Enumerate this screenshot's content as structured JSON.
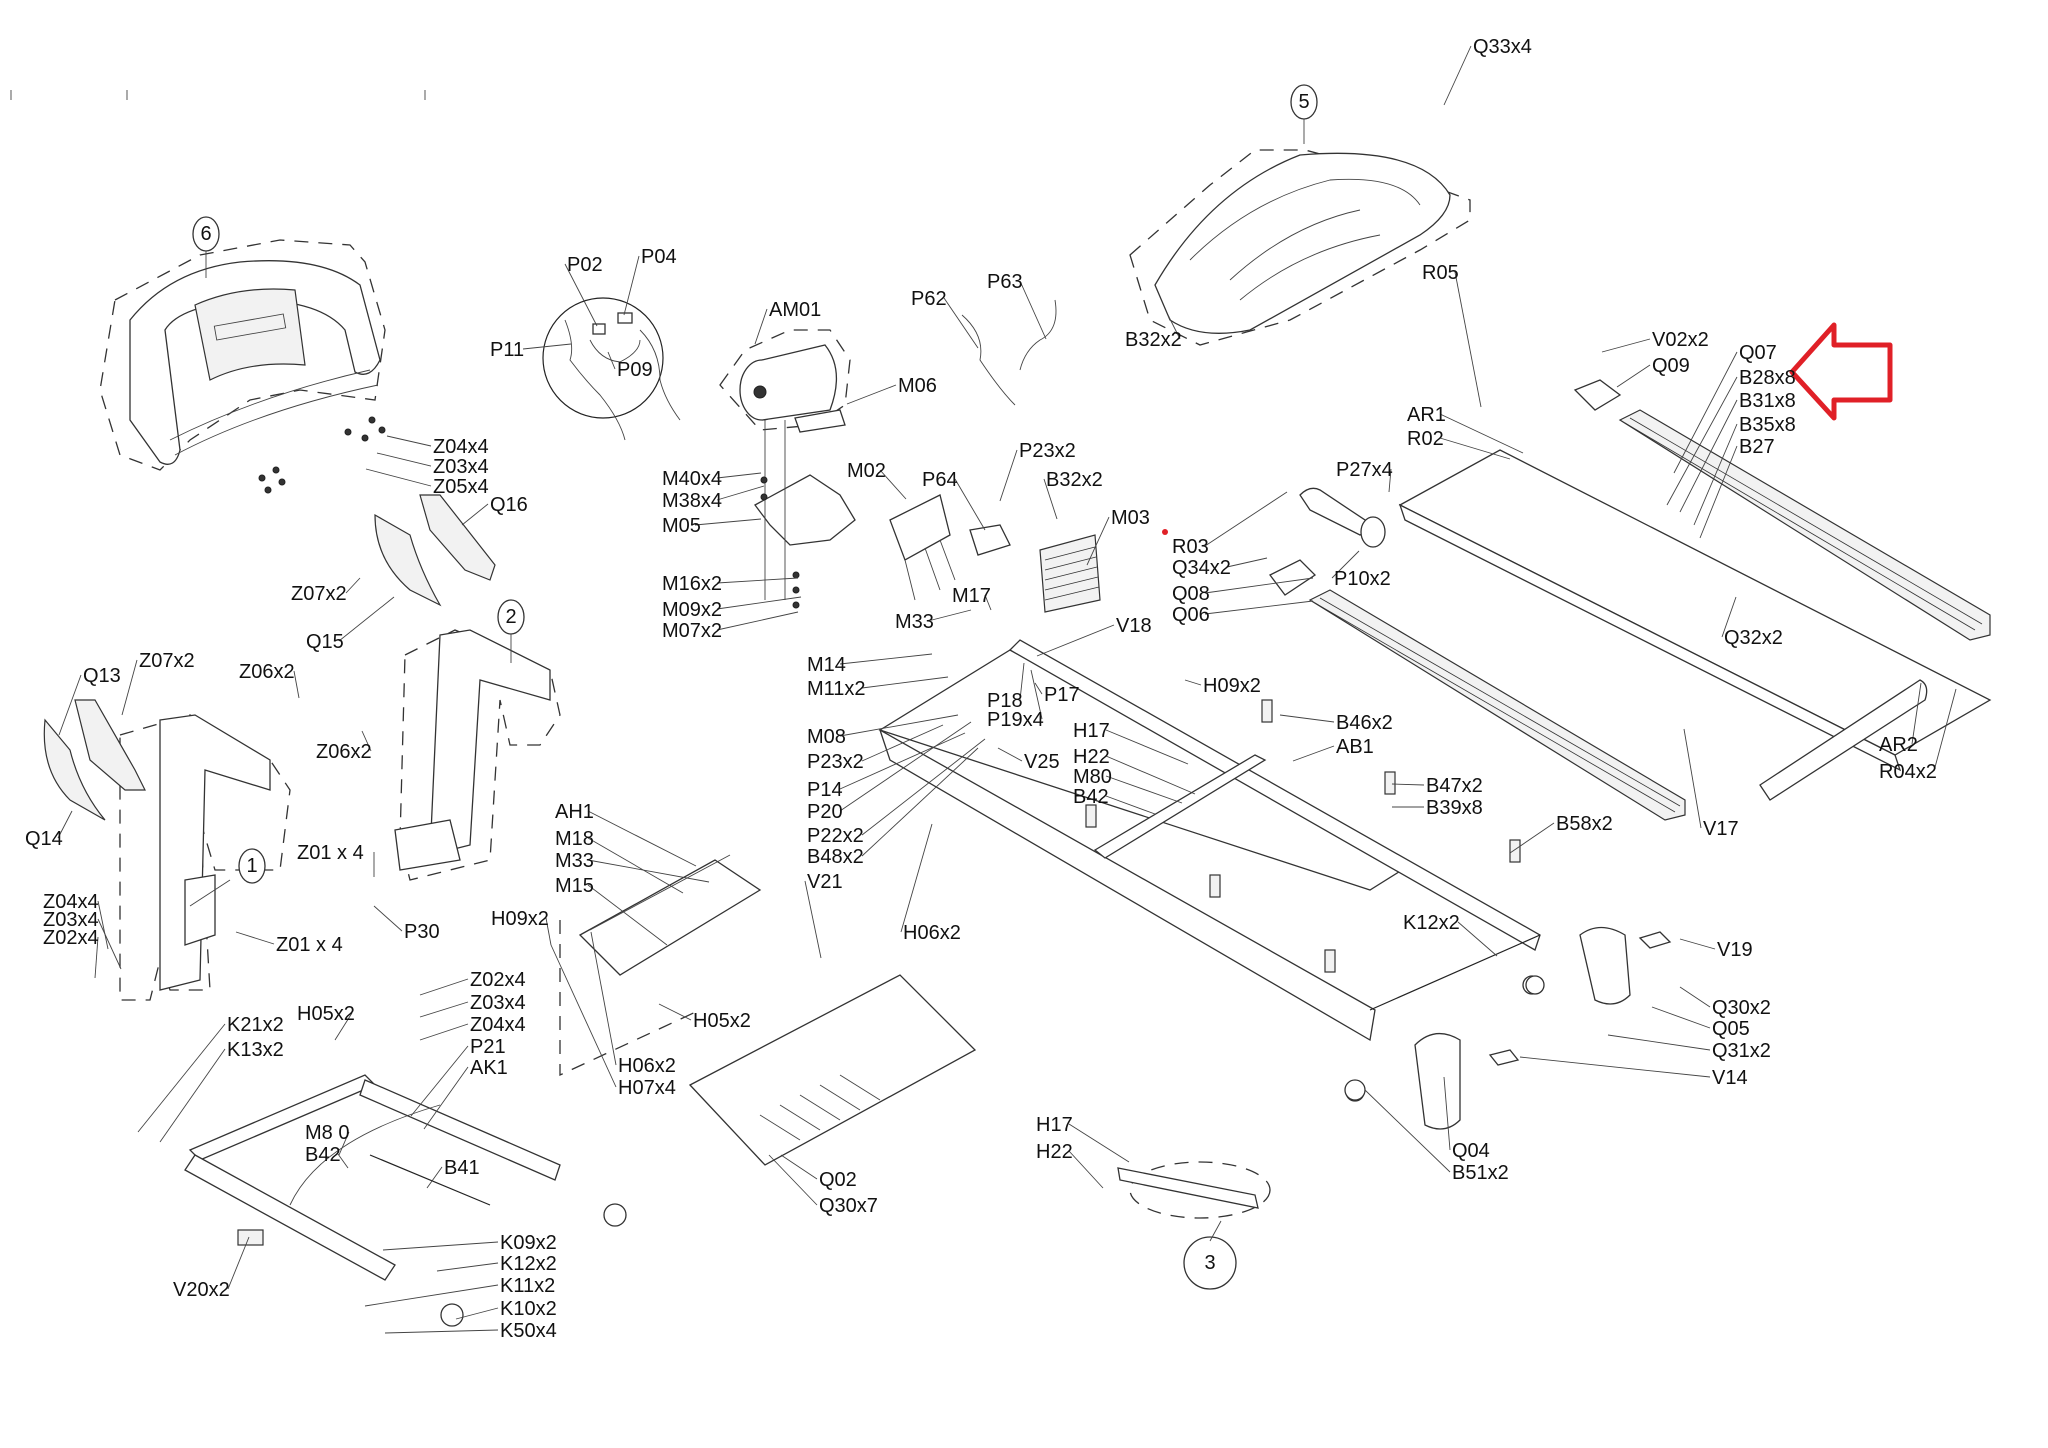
{
  "diagram": {
    "title": "Treadmill exploded parts diagram",
    "highlight_color": "#e02027",
    "line_color": "#222222",
    "assemblies": [
      {
        "id": "1",
        "label": "1"
      },
      {
        "id": "2",
        "label": "2"
      },
      {
        "id": "3",
        "label": "3"
      },
      {
        "id": "5",
        "label": "5"
      },
      {
        "id": "6",
        "label": "6"
      }
    ],
    "highlight": {
      "target_label": "B28x8",
      "marker": "red-arrow"
    },
    "callouts": {
      "console": [
        "Z04x4",
        "Z03x4",
        "Z05x4",
        "Q16",
        "Z07x2",
        "Q15"
      ],
      "wiring": [
        "P02",
        "P04",
        "P11",
        "P09"
      ],
      "motor": [
        "AM01",
        "M06",
        "M40x4",
        "M38x4",
        "M05",
        "M02",
        "M16x2",
        "M09x2",
        "M07x2",
        "M33",
        "M17",
        "P64",
        "P23x2",
        "B32x2",
        "M03"
      ],
      "sensors": [
        "P62",
        "P63"
      ],
      "motor_cover": [
        "Q33x4",
        "B32x2"
      ],
      "uprights": [
        "Q13",
        "Z07x2",
        "Z06x2",
        "Z06x2",
        "Q14",
        "Z01 x 4",
        "Z04x4",
        "Z03x4",
        "Z02x4",
        "Z01 x 4",
        "P30"
      ],
      "frame": [
        "M14",
        "M11x2",
        "M08",
        "P23x2",
        "P14",
        "P20",
        "P22x2",
        "B48x2",
        "V21",
        "P18",
        "P19x4",
        "P17",
        "V18",
        "V25",
        "H09x2",
        "H17",
        "H22",
        "M80",
        "B42",
        "B46x2",
        "AB1",
        "B47x2",
        "B39x8",
        "B58x2",
        "H06x2"
      ],
      "incline": [
        "AH1",
        "M18",
        "M33",
        "M15",
        "H09x2",
        "H05x2",
        "H06x2",
        "H07x4"
      ],
      "base": [
        "Z02x4",
        "Z03x4",
        "Z04x4",
        "P21",
        "AK1",
        "K21x2",
        "K13x2",
        "H05x2",
        "M8 0",
        "B42",
        "B41",
        "K09x2",
        "K12x2",
        "K11x2",
        "K10x2",
        "K50x4",
        "V20x2"
      ],
      "tray": [
        "Q02",
        "Q30x7"
      ],
      "deck": [
        "R05",
        "V02x2",
        "Q09",
        "Q07",
        "B28x8",
        "B31x8",
        "B35x8",
        "B27",
        "AR1",
        "R02",
        "P27x4",
        "R03",
        "Q34x2",
        "Q08",
        "P10x2",
        "Q06",
        "Q32x2",
        "AR2",
        "R04x2",
        "V17"
      ],
      "rear": [
        "K12x2",
        "V19",
        "Q30x2",
        "Q05",
        "Q31x2",
        "V14",
        "Q04",
        "B51x2"
      ],
      "assembly3": [
        "H17",
        "H22"
      ]
    }
  }
}
